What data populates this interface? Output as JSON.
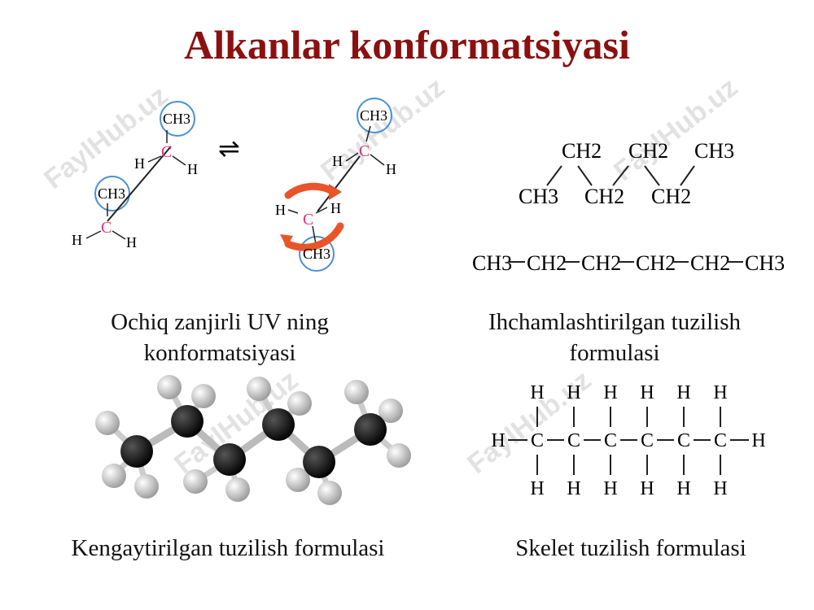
{
  "title": "Alkanlar konformatsiyasi",
  "captions": {
    "open_chain": "Ochiq zanjirli UV ning",
    "open_chain_2": "konformatsiyasi",
    "condensed": "Ihchamlashtirilgan tuzilish",
    "condensed_2": "formulasi",
    "expanded": "Kengaytirilgan tuzilish formulasi",
    "skeletal": "Skelet  tuzilish formulasi"
  },
  "conformation": {
    "atoms": {
      "methyl": "CH3",
      "carbon": "C",
      "hydrogen": "H"
    },
    "equilibrium_symbol": "⇌"
  },
  "condensed_zigzag": [
    "CH2",
    "CH2",
    "CH3",
    "CH3",
    "CH2",
    "CH2"
  ],
  "condensed_linear": [
    "CH3",
    "CH2",
    "CH2",
    "CH2",
    "CH2",
    "CH3"
  ],
  "watermark": "FaylHub.uz",
  "colors": {
    "title": "#8b1010",
    "carbon_label": "#e0307a",
    "circle": "#4a90d6",
    "arrow": "#e8552a"
  }
}
